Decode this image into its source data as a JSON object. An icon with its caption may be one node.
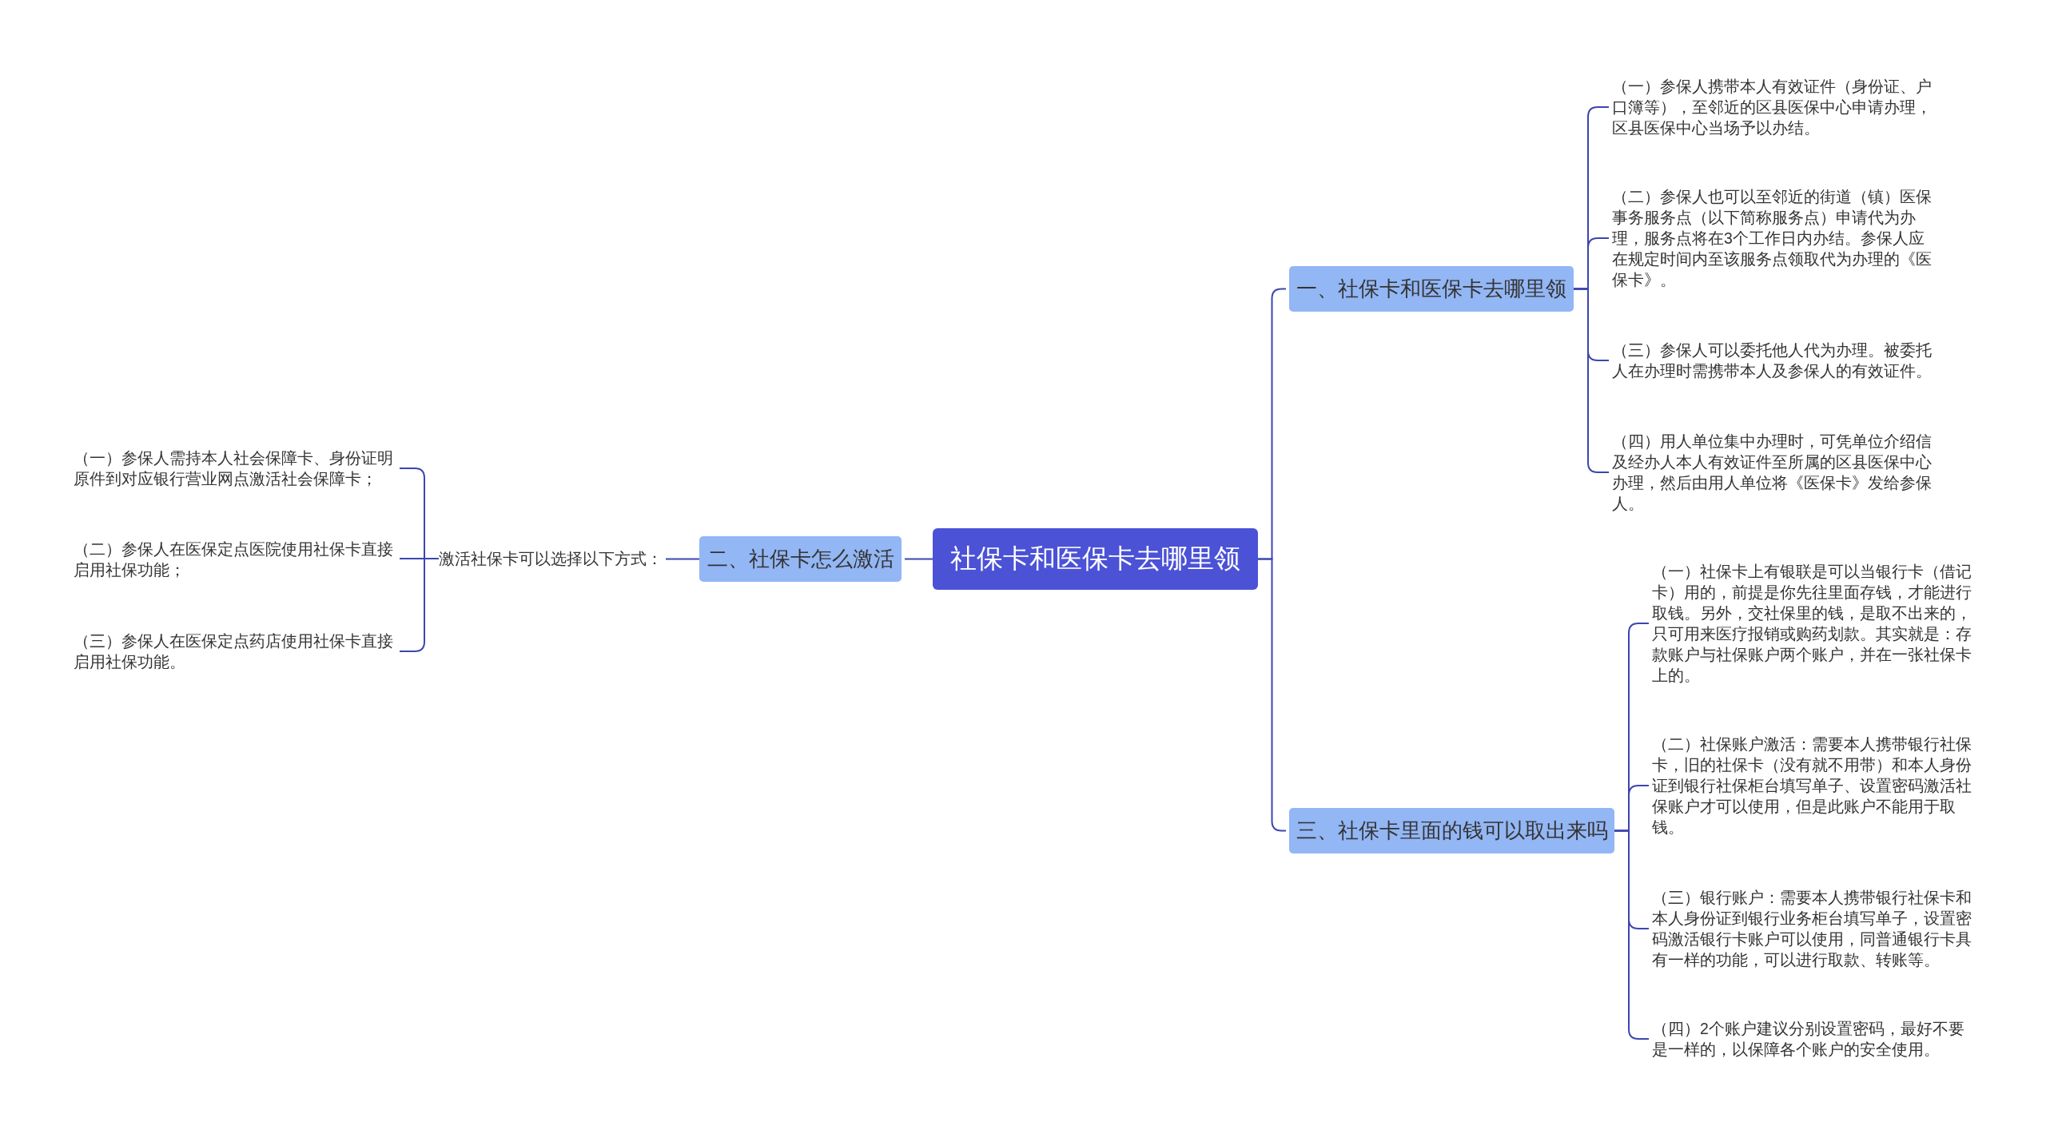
{
  "diagram": {
    "nodes": [
      {
        "text": [
          "社保卡和医保卡去哪里领"
        ]
      },
      {
        "text": [
          "一、社保卡和医保卡去哪里领"
        ]
      },
      {
        "text": [
          "（一）参保人携带本人有效证件（身份证、户口簿等），至邻近的区县医保中心申请办理，区县医保中心当场予以办结。"
        ]
      },
      {
        "text": [
          "（二）参保人也可以至邻近的街道（镇）医保事务服务点（以下简称服务点）申请代为办理，服务点将在3个工作日内办结。参保人应在规定时间内至该服务点领取代为办理的《医保卡》。"
        ]
      },
      {
        "text": [
          "（三）参保人可以委托他人代为办理。被委托人在办理时需携带本人及参保人的有效证件。"
        ]
      },
      {
        "text": [
          "（四）用人单位集中办理时，可凭单位介绍信及经办人本人有效证件至所属的区县医保中心办理，然后由用人单位将《医保卡》发给参保人。"
        ]
      },
      {
        "text": [
          "二、社保卡怎么激活"
        ]
      },
      {
        "text": [
          "激活社保卡可以选择以下方式："
        ]
      },
      {
        "text": [
          "（一）参保人需持本人社会保障卡、身份证明原件到对应银行营业网点激活社会保障卡；"
        ]
      },
      {
        "text": [
          "（二）参保人在医保定点医院使用社保卡直接启用社保功能；"
        ]
      },
      {
        "text": [
          "（三）参保人在医保定点药店使用社保卡直接启用社保功能。"
        ]
      },
      {
        "text": [
          "三、社保卡里面的钱可以取出来吗"
        ]
      },
      {
        "text": [
          "（一）社保卡上有银联是可以当银行卡（借记卡）用的，前提是你先往里面存钱，才能进行取钱。另外，交社保里的钱，是取不出来的，只可用来医疗报销或购药划款。其实就是：存款账户与社保账户两个账户，并在一张社保卡上的。"
        ]
      },
      {
        "text": [
          "（二）社保账户激活：需要本人携带银行社保卡，旧的社保卡（没有就不用带）和本人身份证到银行社保柜台填写单子、设置密码激活社保账户才可以使用，但是此账户不能用于取钱。"
        ]
      },
      {
        "text": [
          "（三）银行账户：需要本人携带银行社保卡和本人身份证到银行业务柜台填写单子，设置密码激活银行卡账户可以使用，同普通银行卡具有一样的功能，可以进行取款、转账等。"
        ]
      },
      {
        "text": [
          "（四）2个账户建议分别设置密码，最好不要是一样的，以保障各个账户的安全使用。"
        ]
      }
    ],
    "edges": [
      {
        "from": 0,
        "to": 1,
        "arrow": "none"
      },
      {
        "from": 1,
        "to": 2,
        "arrow": "none"
      },
      {
        "from": 1,
        "to": 3,
        "arrow": "none"
      },
      {
        "from": 1,
        "to": 4,
        "arrow": "none"
      },
      {
        "from": 1,
        "to": 5,
        "arrow": "none"
      },
      {
        "from": 0,
        "to": 6,
        "arrow": "none"
      },
      {
        "from": 6,
        "to": 7,
        "arrow": "none"
      },
      {
        "from": 7,
        "to": 8,
        "arrow": "none"
      },
      {
        "from": 7,
        "to": 9,
        "arrow": "none"
      },
      {
        "from": 7,
        "to": 10,
        "arrow": "none"
      },
      {
        "from": 0,
        "to": 11,
        "arrow": "none"
      },
      {
        "from": 11,
        "to": 12,
        "arrow": "none"
      },
      {
        "from": 11,
        "to": 13,
        "arrow": "none"
      },
      {
        "from": 11,
        "to": 14,
        "arrow": "none"
      },
      {
        "from": 11,
        "to": 15,
        "arrow": "none"
      }
    ]
  }
}
